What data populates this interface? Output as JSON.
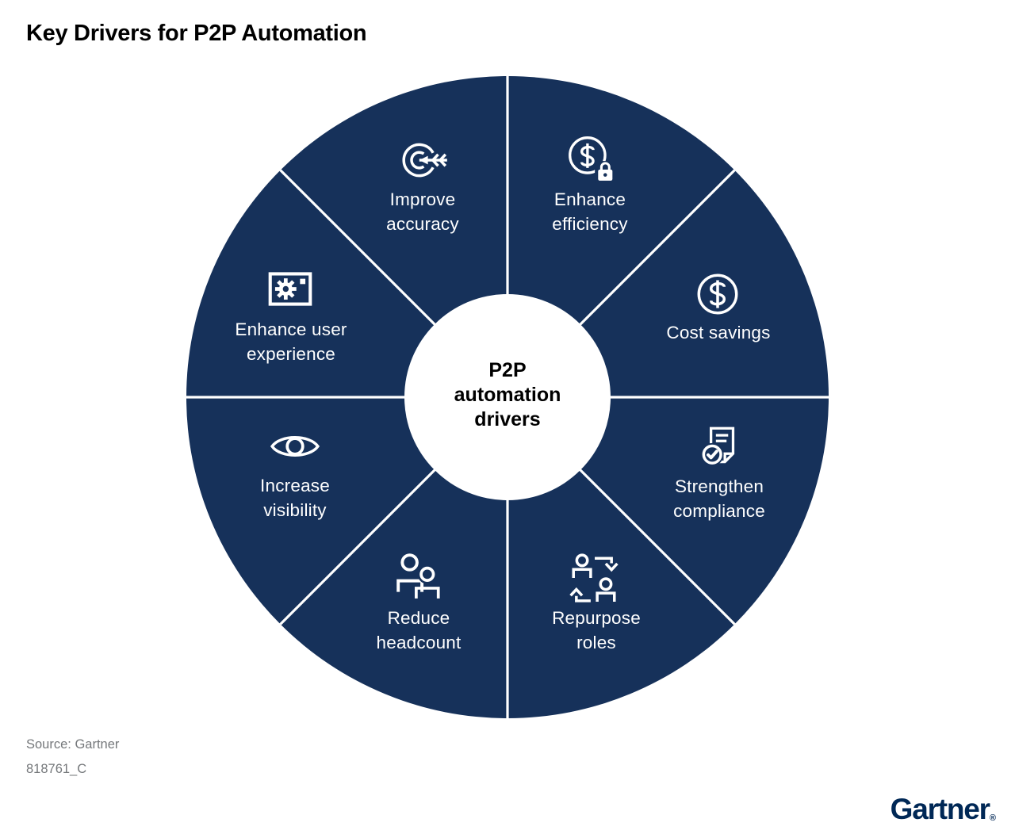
{
  "title": "Key Drivers for P2P Automation",
  "colors": {
    "wheel_navy": "#16315a",
    "divider_white": "#ffffff",
    "label_text": "#ffffff",
    "logo_navy": "#002856",
    "source_gray": "#75787b"
  },
  "center": {
    "label": "P2P automation drivers"
  },
  "segments": [
    {
      "id": "improve-accuracy",
      "label": "Improve accuracy",
      "icon": "target-arrow-icon"
    },
    {
      "id": "enhance-efficiency",
      "label": "Enhance efficiency",
      "icon": "dollar-lock-icon"
    },
    {
      "id": "cost-savings",
      "label": "Cost savings",
      "icon": "dollar-circle-icon"
    },
    {
      "id": "strengthen-compliance",
      "label": "Strengthen compliance",
      "icon": "document-check-icon"
    },
    {
      "id": "repurpose-roles",
      "label": "Repurpose roles",
      "icon": "people-swap-icon"
    },
    {
      "id": "reduce-headcount",
      "label": "Reduce headcount",
      "icon": "people-icon"
    },
    {
      "id": "increase-visibility",
      "label": "Increase visibility",
      "icon": "eye-icon"
    },
    {
      "id": "enhance-user-experience",
      "label": "Enhance user experience",
      "icon": "screen-gear-icon"
    }
  ],
  "footer": {
    "source": "Source: Gartner",
    "figure_id": "818761_C",
    "logo_text": "Gartner",
    "registered_mark": "®"
  }
}
